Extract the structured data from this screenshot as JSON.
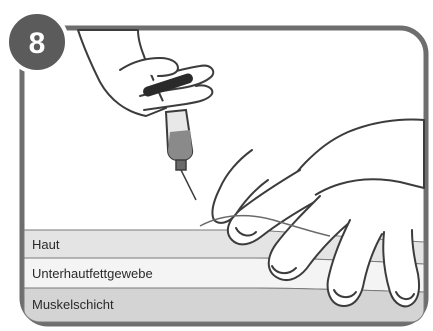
{
  "step": {
    "number": "8"
  },
  "layers": [
    {
      "label": "Haut"
    },
    {
      "label": "Unterhautfettgewebe"
    },
    {
      "label": "Muskelschicht"
    }
  ],
  "colors": {
    "frame": "#6e6e6e",
    "badge": "#5b5b5b",
    "skin": "#e4e4e4",
    "fat": "#f2f2f2",
    "muscle": "#d2d2d2",
    "outline": "#4a4a4a"
  },
  "icons": {
    "syringe": "syringe-icon",
    "injecting_hand": "hand-icon",
    "pinching_hand": "hand-icon"
  }
}
